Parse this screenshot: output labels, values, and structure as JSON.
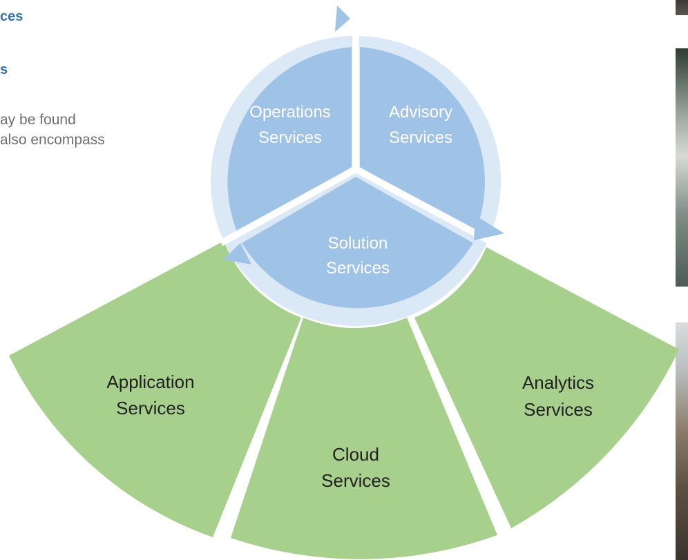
{
  "left_text": {
    "heading_1": "ces",
    "heading_2": "s",
    "paragraph_line_1": "ay be found",
    "paragraph_line_2": "also encompass"
  },
  "cycle": {
    "segments": [
      {
        "id": "operations",
        "line1": "Operations",
        "line2": "Services"
      },
      {
        "id": "advisory",
        "line1": "Advisory",
        "line2": "Services"
      },
      {
        "id": "solution",
        "line1": "Solution",
        "line2": "Services"
      }
    ]
  },
  "fan": {
    "segments": [
      {
        "id": "application",
        "line1": "Application",
        "line2": "Services"
      },
      {
        "id": "cloud",
        "line1": "Cloud",
        "line2": "Services"
      },
      {
        "id": "analytics",
        "line1": "Analytics",
        "line2": "Services"
      }
    ]
  },
  "colors": {
    "circle_fill": "#9fc3e7",
    "ring_fill": "#dbe8f6",
    "fan_fill": "#a8d08d",
    "circle_text": "#ffffff",
    "fan_text": "#222222",
    "heading_text": "#2f6fb3",
    "body_text": "#6e6e6e"
  }
}
